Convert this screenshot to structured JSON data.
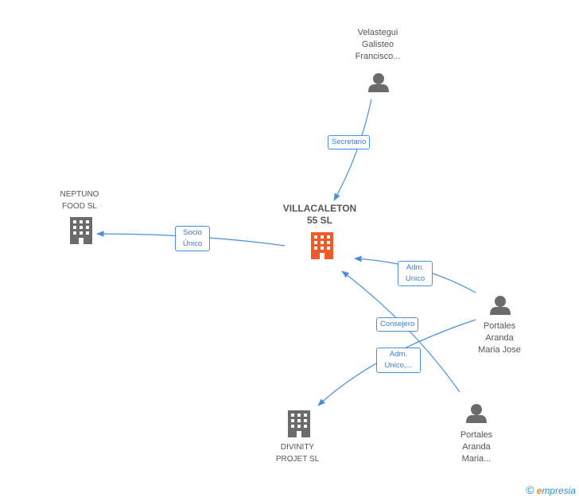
{
  "nodes": {
    "center": {
      "lines": [
        "VILLACALETON",
        "55 SL"
      ],
      "color": "#f05a28"
    },
    "velastegui": {
      "lines": [
        "Velastegui",
        "Galisteo",
        "Francisco..."
      ]
    },
    "neptuno": {
      "lines": [
        "NEPTUNO",
        "FOOD SL"
      ]
    },
    "portales_jose": {
      "lines": [
        "Portales",
        "Aranda",
        "Maria Jose"
      ]
    },
    "portales_maria": {
      "lines": [
        "Portales",
        "Aranda",
        "Maria..."
      ]
    },
    "divinity": {
      "lines": [
        "DIVINITY",
        "PROJET  SL"
      ]
    }
  },
  "edges": {
    "secretario": {
      "lines": [
        "Secretario"
      ]
    },
    "socio": {
      "lines": [
        "Socio",
        "Único"
      ]
    },
    "adm_unico": {
      "lines": [
        "Adm.",
        "Unico"
      ]
    },
    "consejero": {
      "lines": [
        "Consejero"
      ]
    },
    "adm_unico2": {
      "lines": [
        "Adm.",
        "Unico,..."
      ]
    }
  },
  "colors": {
    "edge": "#4a90d9",
    "icon": "#6b6b6b",
    "center_icon": "#f05a28"
  },
  "brand": {
    "symbol": "©",
    "first_letter": "e",
    "rest": "mpresia"
  }
}
